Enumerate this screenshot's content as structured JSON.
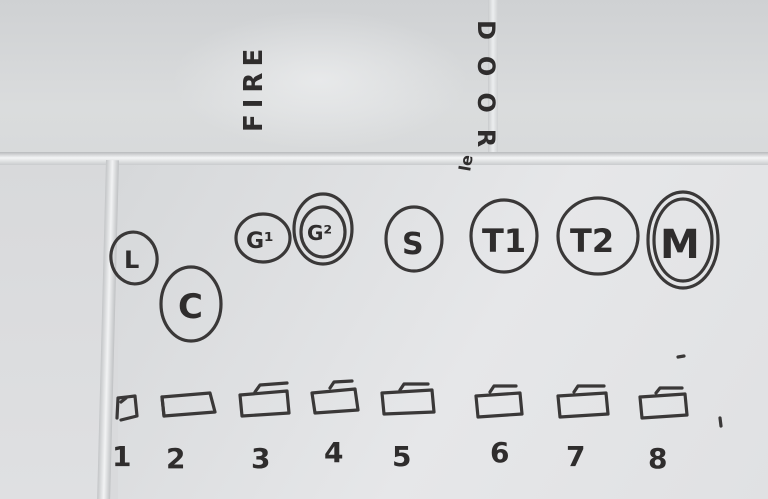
{
  "scene": {
    "description_label": "Whiteboard marker drawing on a tiled wall",
    "colors": {
      "ink": "#3a3838",
      "tile": "#dfe0e2",
      "grout": "#f2f3f4"
    }
  },
  "labels": {
    "fire": "FIRE",
    "door": "DOOR",
    "door_extra": "le"
  },
  "circles": [
    "L",
    "C",
    "G¹",
    "G²",
    "S",
    "T1",
    "T2",
    "M"
  ],
  "seats": [
    "1",
    "2",
    "3",
    "4",
    "5",
    "6",
    "7",
    "8"
  ]
}
